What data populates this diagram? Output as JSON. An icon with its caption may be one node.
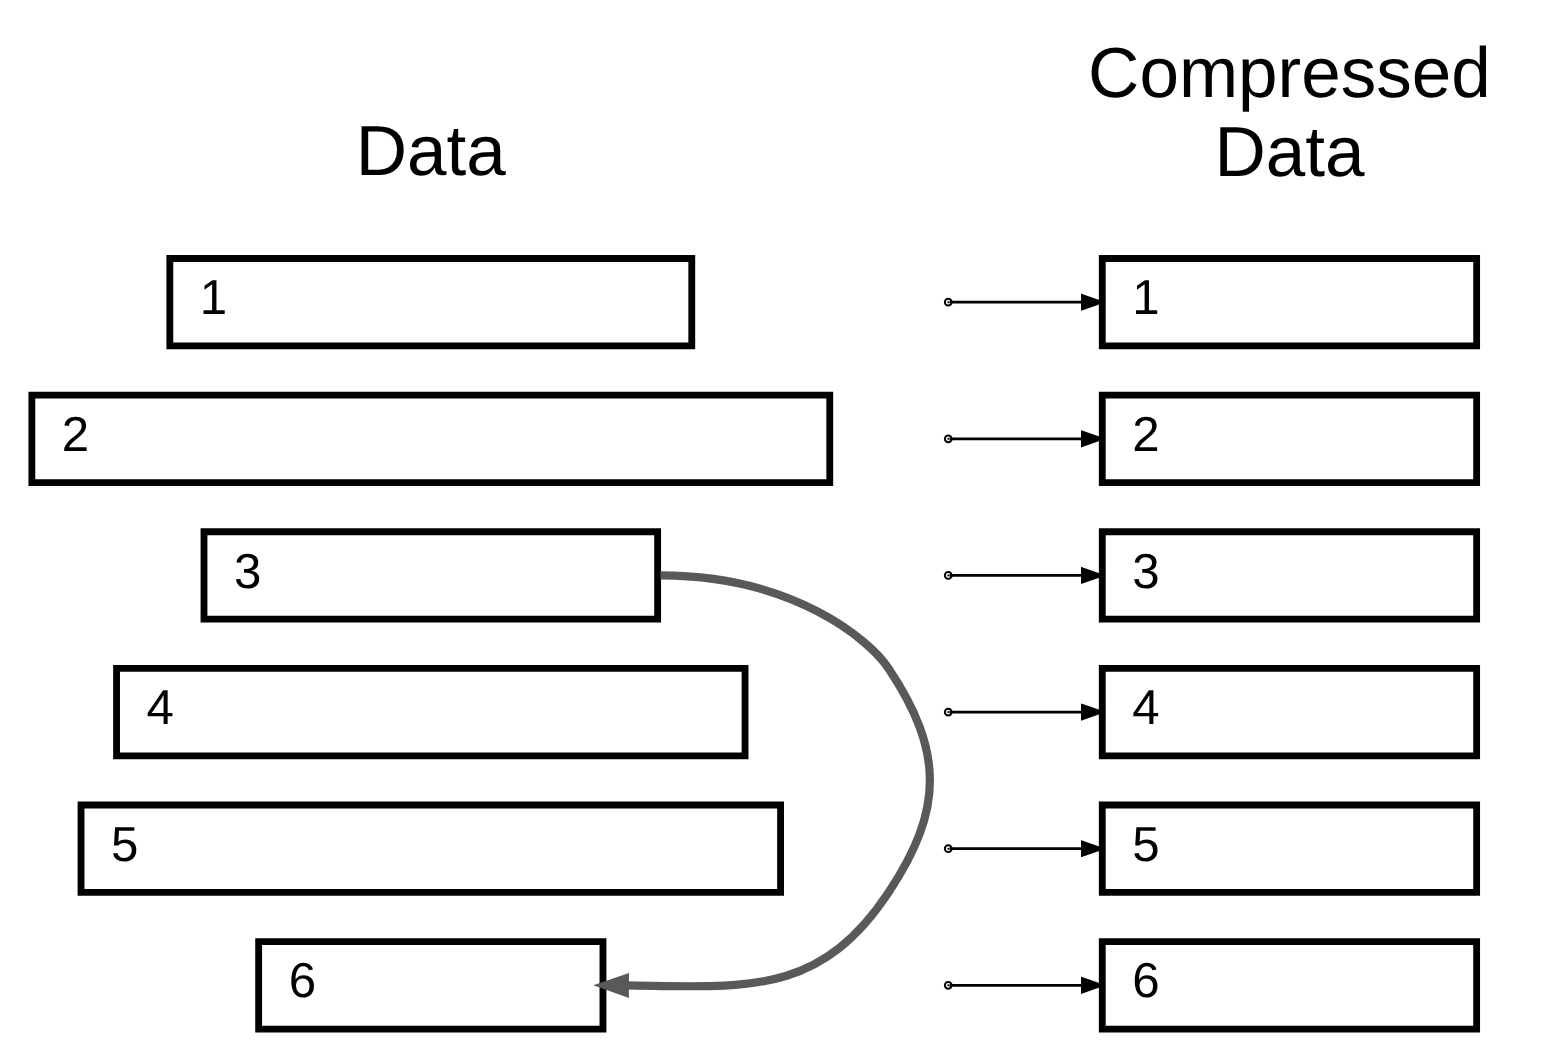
{
  "diagram": {
    "nodes": [
      {
        "text": [
          "1"
        ]
      },
      {
        "text": [
          "2"
        ]
      },
      {
        "text": [
          "3"
        ]
      },
      {
        "text": [
          "4"
        ]
      },
      {
        "text": [
          "5"
        ]
      },
      {
        "text": [
          "6"
        ]
      },
      {
        "text": [
          "1"
        ]
      },
      {
        "text": [
          "2"
        ]
      },
      {
        "text": [
          "3"
        ]
      },
      {
        "text": [
          "4"
        ]
      },
      {
        "text": [
          "5"
        ]
      },
      {
        "text": [
          "6"
        ]
      }
    ],
    "edges": [
      {
        "from": null,
        "to": 6,
        "arrow": "to"
      },
      {
        "from": null,
        "to": 7,
        "arrow": "to"
      },
      {
        "from": null,
        "to": 8,
        "arrow": "to"
      },
      {
        "from": null,
        "to": 9,
        "arrow": "to"
      },
      {
        "from": null,
        "to": 10,
        "arrow": "to"
      },
      {
        "from": null,
        "to": 11,
        "arrow": "to"
      },
      {
        "from": 2,
        "to": 5,
        "arrow": "to",
        "style": "thick",
        "color": "#595959"
      }
    ],
    "labels": [
      "Data",
      "Compressed Data"
    ]
  }
}
